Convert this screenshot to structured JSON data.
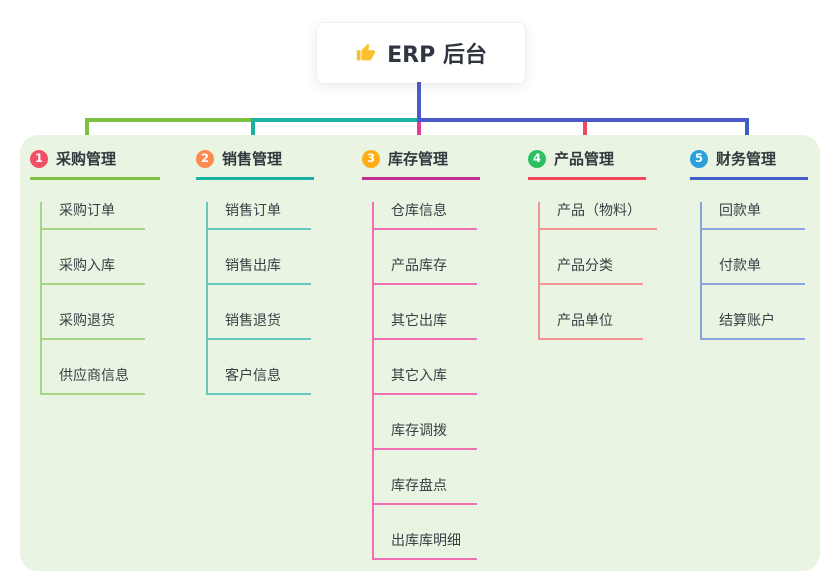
{
  "root": {
    "icon": "thumbs-up-icon",
    "title": "ERP 后台"
  },
  "theme": {
    "canvas_background": "#ffffff",
    "panel_background": "#e9f5e2",
    "trunk_color": "#4b58c8",
    "root_text_color": "#2f3640",
    "node_text_color": "#3a3f45",
    "thumb_icon_color": "#fbc02d"
  },
  "branches": [
    {
      "number": "1",
      "label": "采购管理",
      "badge_color": "#f25067",
      "line_color": "#7cc241",
      "child_line_color": "#a6d685",
      "children": [
        "采购订单",
        "采购入库",
        "采购退货",
        "供应商信息"
      ]
    },
    {
      "number": "2",
      "label": "销售管理",
      "badge_color": "#ff8a4d",
      "line_color": "#19b2a5",
      "child_line_color": "#66c9bd",
      "children": [
        "销售订单",
        "销售出库",
        "销售退货",
        "客户信息"
      ]
    },
    {
      "number": "3",
      "label": "库存管理",
      "badge_color": "#ffae17",
      "line_color": "#bf3092",
      "drop_color": "#e23a96",
      "child_line_color": "#f06fb2",
      "children": [
        "仓库信息",
        "产品库存",
        "其它出库",
        "其它入库",
        "库存调拨",
        "库存盘点",
        "出库库明细"
      ]
    },
    {
      "number": "4",
      "label": "产品管理",
      "badge_color": "#2cc065",
      "line_color": "#f1485e",
      "child_line_color": "#f39494",
      "children": [
        "产品（物料）",
        "产品分类",
        "产品单位"
      ]
    },
    {
      "number": "5",
      "label": "财务管理",
      "badge_color": "#2aa0dc",
      "line_color": "#3f5ec7",
      "child_line_color": "#8aa3dc",
      "children": [
        "回款单",
        "付款单",
        "结算账户"
      ]
    }
  ]
}
